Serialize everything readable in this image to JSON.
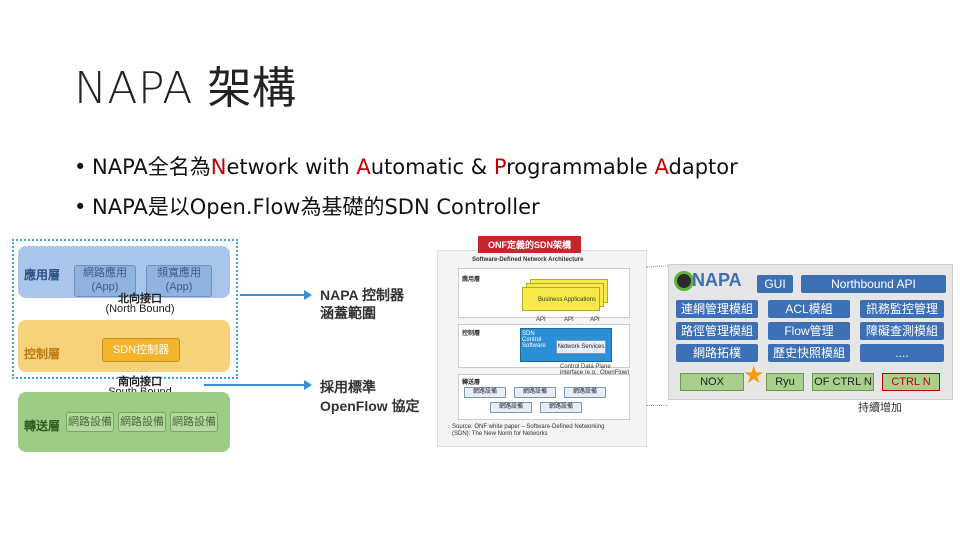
{
  "title": "NAPA 架構",
  "bullets": [
    {
      "pre": "NAPA全名為",
      "parts": [
        [
          "N",
          "etwork with "
        ],
        [
          "A",
          "utomatic & "
        ],
        [
          "P",
          "rogrammable "
        ],
        [
          "A",
          "daptor"
        ]
      ]
    },
    {
      "text": "NAPA是以Open.Flow為基礎的SDN Controller"
    }
  ],
  "left_diagram": {
    "app_layer": "應用層",
    "app_boxes": [
      "網路應用\n(App)",
      "頻寬應用\n(App)"
    ],
    "north_bound": "北向接口",
    "north_bound_en": "(North Bound)",
    "ctl_layer": "控制層",
    "ctl_box": "SDN控制器",
    "south_bound": "南向接口",
    "south_bound_en": "South Bound",
    "fwd_layer": "轉送層",
    "fwd_boxes": [
      "網路設備",
      "網路設備",
      "網路設備"
    ]
  },
  "labels": {
    "napa_scope_1": "NAPA 控制器",
    "napa_scope_2": "涵蓋範圍",
    "std_1": "採用標準",
    "std_2": "OpenFlow 協定"
  },
  "onf": {
    "header": "ONF定義的SDN架構",
    "subtitle": "Software-Defined Network Architecture",
    "app_layer": "應用層",
    "business_apps": "Business Applications",
    "ctl_layer": "控制層",
    "sdn_sw": "SDN Control Software",
    "net_services": "Network Services",
    "fwd_layer": "轉送層",
    "cdpi": "Control Data Plane interface (e.g., OpenFlow)",
    "devices": [
      "網路設備",
      "網路設備",
      "網路設備",
      "網路設備",
      "網路設備"
    ],
    "api": "API",
    "source": "Source: ONF white paper – Software-Defined Networking (SDN): The New Norm for Networks"
  },
  "napa_panel": {
    "logo": "NAPA",
    "gui": "GUI",
    "northbound": "Northbound API",
    "modules": [
      "連網管理模組",
      "ACL模組",
      "訊務監控管理",
      "路徑管理模組",
      "Flow管理",
      "障礙查測模組",
      "網路拓樸",
      "歷史快照模組",
      "...."
    ],
    "bottom": [
      "NOX",
      "Ryu",
      "OF CTRL N",
      "CTRL N"
    ],
    "more": "持續增加"
  },
  "colors": {
    "accent_red": "#c00000",
    "panel_blue": "#3d6fb5",
    "module_green": "#a8d08d"
  }
}
